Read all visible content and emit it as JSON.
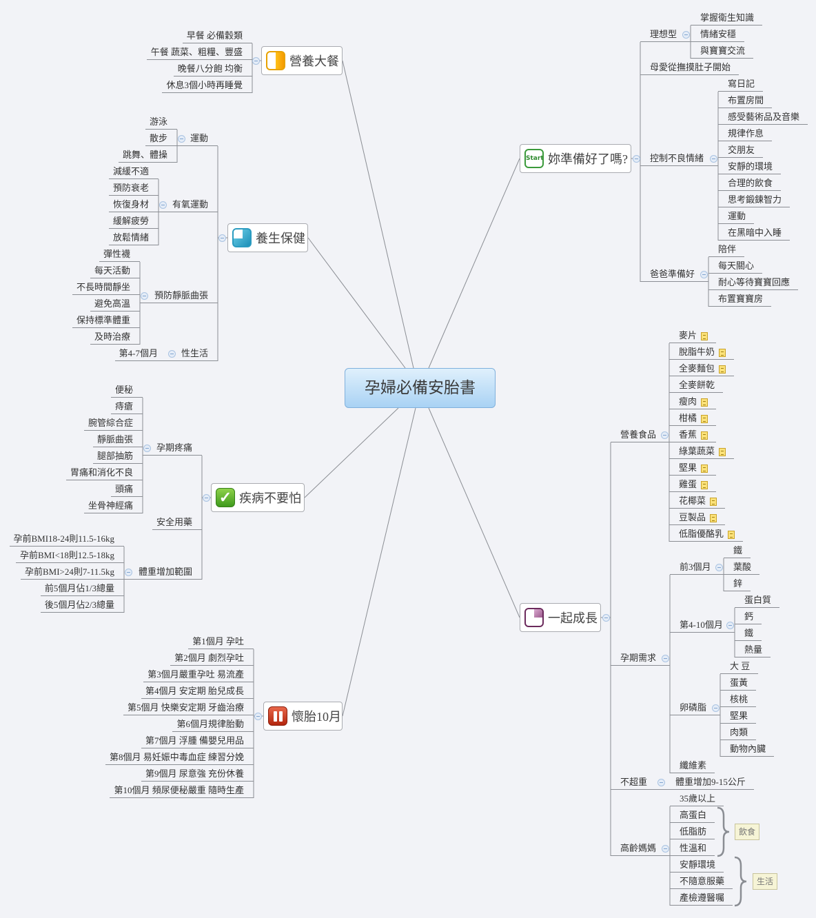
{
  "center_title": "孕婦必備安胎書",
  "nutrition": {
    "label": "營養大餐",
    "icon": "half-orange-icon",
    "items": [
      "早餐 必備穀類",
      "午餐 蔬菜、粗糧、豐盛",
      "晚餐八分飽 均衡",
      "休息3個小時再睡覺"
    ]
  },
  "health": {
    "label": "養生保健",
    "icon": "quarter-blue-icon",
    "groups": [
      {
        "label": "運動",
        "items": [
          "游泳",
          "散步",
          "跳舞、體操"
        ]
      },
      {
        "label": "有氧運動",
        "items": [
          "減緩不適",
          "預防衰老",
          "恢復身材",
          "緩解疲勞",
          "放鬆情緒"
        ]
      },
      {
        "label": "預防靜脈曲張",
        "items": [
          "彈性襪",
          "每天活動",
          "不長時間靜坐",
          "避免高溫",
          "保持標準體重",
          "及時治療"
        ]
      },
      {
        "label": "性生活",
        "items": [
          "第4-7個月"
        ]
      }
    ]
  },
  "disease": {
    "label": "疾病不要怕",
    "icon": "checkbox-checked-icon",
    "icon_glyph": "✓",
    "groups": [
      {
        "label": "孕期疼痛",
        "items": [
          "便秘",
          "痔瘡",
          "腕管綜合症",
          "靜脈曲張",
          "腿部抽筋",
          "胃痛和消化不良",
          "頭痛",
          "坐骨神經痛"
        ]
      },
      {
        "label": "安全用藥"
      },
      {
        "label": "體重增加範圍",
        "items": [
          "孕前BMI18-24則11.5-16kg",
          "孕前BMI<18則12.5-18kg",
          "孕前BMI>24則7-11.5kg",
          "前5個月佔1/3總量",
          "後5個月佔2/3總量"
        ]
      }
    ]
  },
  "months": {
    "label": "懷胎10月",
    "icon": "pause-icon",
    "items": [
      "第1個月 孕吐",
      "第2個月 劇烈孕吐",
      "第3個月嚴重孕吐 易流產",
      "第4個月 安定期 胎兒成長",
      "第5個月 快樂安定期 牙齒治療",
      "第6個月規律胎動",
      "第7個月 浮腫 備嬰兒用品",
      "第8個月 易妊娠中毒血症 練習分娩",
      "第9個月 尿意強 充份休養",
      "第10個月 頻尿便秘嚴重 隨時生產"
    ]
  },
  "ready": {
    "label": "妳準備好了嗎?",
    "icon": "start-icon",
    "icon_text": "Start",
    "groups": [
      {
        "label": "理想型",
        "items": [
          "掌握衛生知識",
          "情緒安穩",
          "與寶寶交流"
        ]
      },
      {
        "label": "母愛從撫摸肚子開始"
      },
      {
        "label": "控制不良情緒",
        "items": [
          "寫日記",
          "布置房間",
          "感受藝術品及音樂",
          "規律作息",
          "交朋友",
          "安靜的環境",
          "合理的飲食",
          "思考鍛鍊智力",
          "運動",
          "在黑暗中入睡"
        ]
      },
      {
        "label": "爸爸準備好",
        "items": [
          "陪伴",
          "每天關心",
          "耐心等待寶寶回應",
          "布置寶寶房"
        ]
      }
    ]
  },
  "grow": {
    "label": "一起成長",
    "icon": "quarter-purple-icon",
    "groups": [
      {
        "label": "營養食品",
        "items": [
          {
            "label": "麥片",
            "note": true
          },
          {
            "label": "脫脂牛奶",
            "note": true
          },
          {
            "label": "全麥麵包",
            "note": true
          },
          {
            "label": "全麥餅乾",
            "note": false
          },
          {
            "label": "瘦肉",
            "note": true
          },
          {
            "label": "柑橘",
            "note": true
          },
          {
            "label": "香蕉",
            "note": true
          },
          {
            "label": "綠葉蔬菜",
            "note": true
          },
          {
            "label": "堅果",
            "note": true
          },
          {
            "label": "雞蛋",
            "note": true
          },
          {
            "label": "花椰菜",
            "note": true
          },
          {
            "label": "豆製品",
            "note": true
          },
          {
            "label": "低脂優酪乳",
            "note": true
          }
        ]
      },
      {
        "label": "孕期需求",
        "groups": [
          {
            "label": "前3個月",
            "items": [
              "鐵",
              "葉酸",
              "鋅"
            ]
          },
          {
            "label": "第4-10個月",
            "items": [
              "蛋白質",
              "鈣",
              "鐵",
              "熱量"
            ]
          },
          {
            "label": "卵磷脂",
            "items": [
              "大 豆",
              "蛋黃",
              "核桃",
              "堅果",
              "肉類",
              "動物內臟"
            ]
          },
          {
            "label": "纖維素"
          }
        ]
      },
      {
        "label": "不超重",
        "items": [
          "體重增加9-15公斤"
        ]
      },
      {
        "label": "高齡媽媽",
        "items": [
          "35歲以上",
          "高蛋白",
          "低脂肪",
          "性溫和",
          "安靜環境",
          "不隨意服藥",
          "產檢遵醫囑"
        ],
        "boundaries": [
          {
            "label": "飲食"
          },
          {
            "label": "生活"
          }
        ]
      }
    ]
  },
  "colors": {
    "line": "#8a8d93",
    "center_top": "#dff0fc",
    "center_bottom": "#a9d2f4",
    "background": "#f2f3f7"
  }
}
